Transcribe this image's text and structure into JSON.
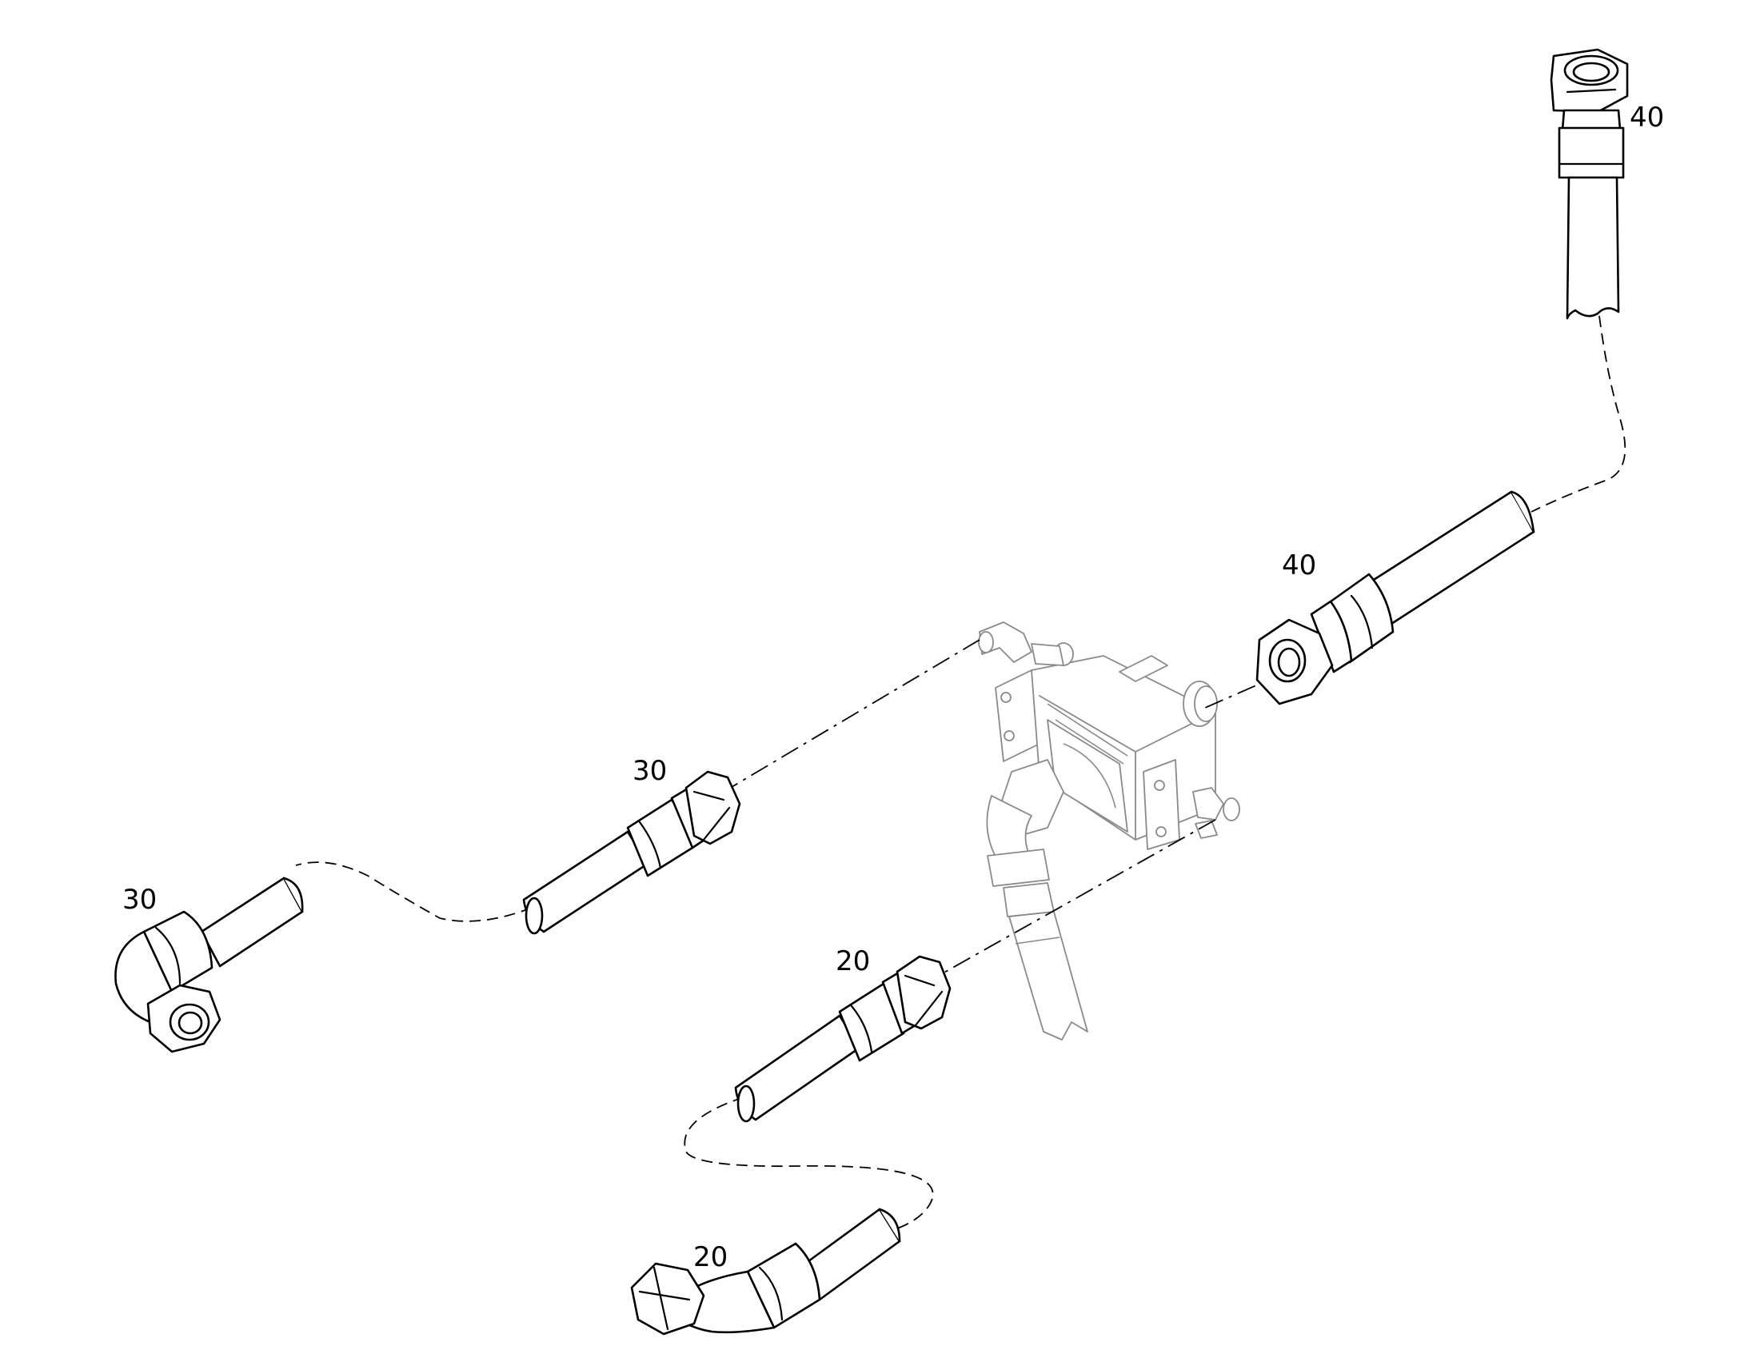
{
  "callouts": {
    "hose_40_top": "40",
    "hose_40_mid": "40",
    "hose_30_upper": "30",
    "hose_30_lower": "30",
    "hose_20_upper": "20",
    "hose_20_lower": "20"
  }
}
